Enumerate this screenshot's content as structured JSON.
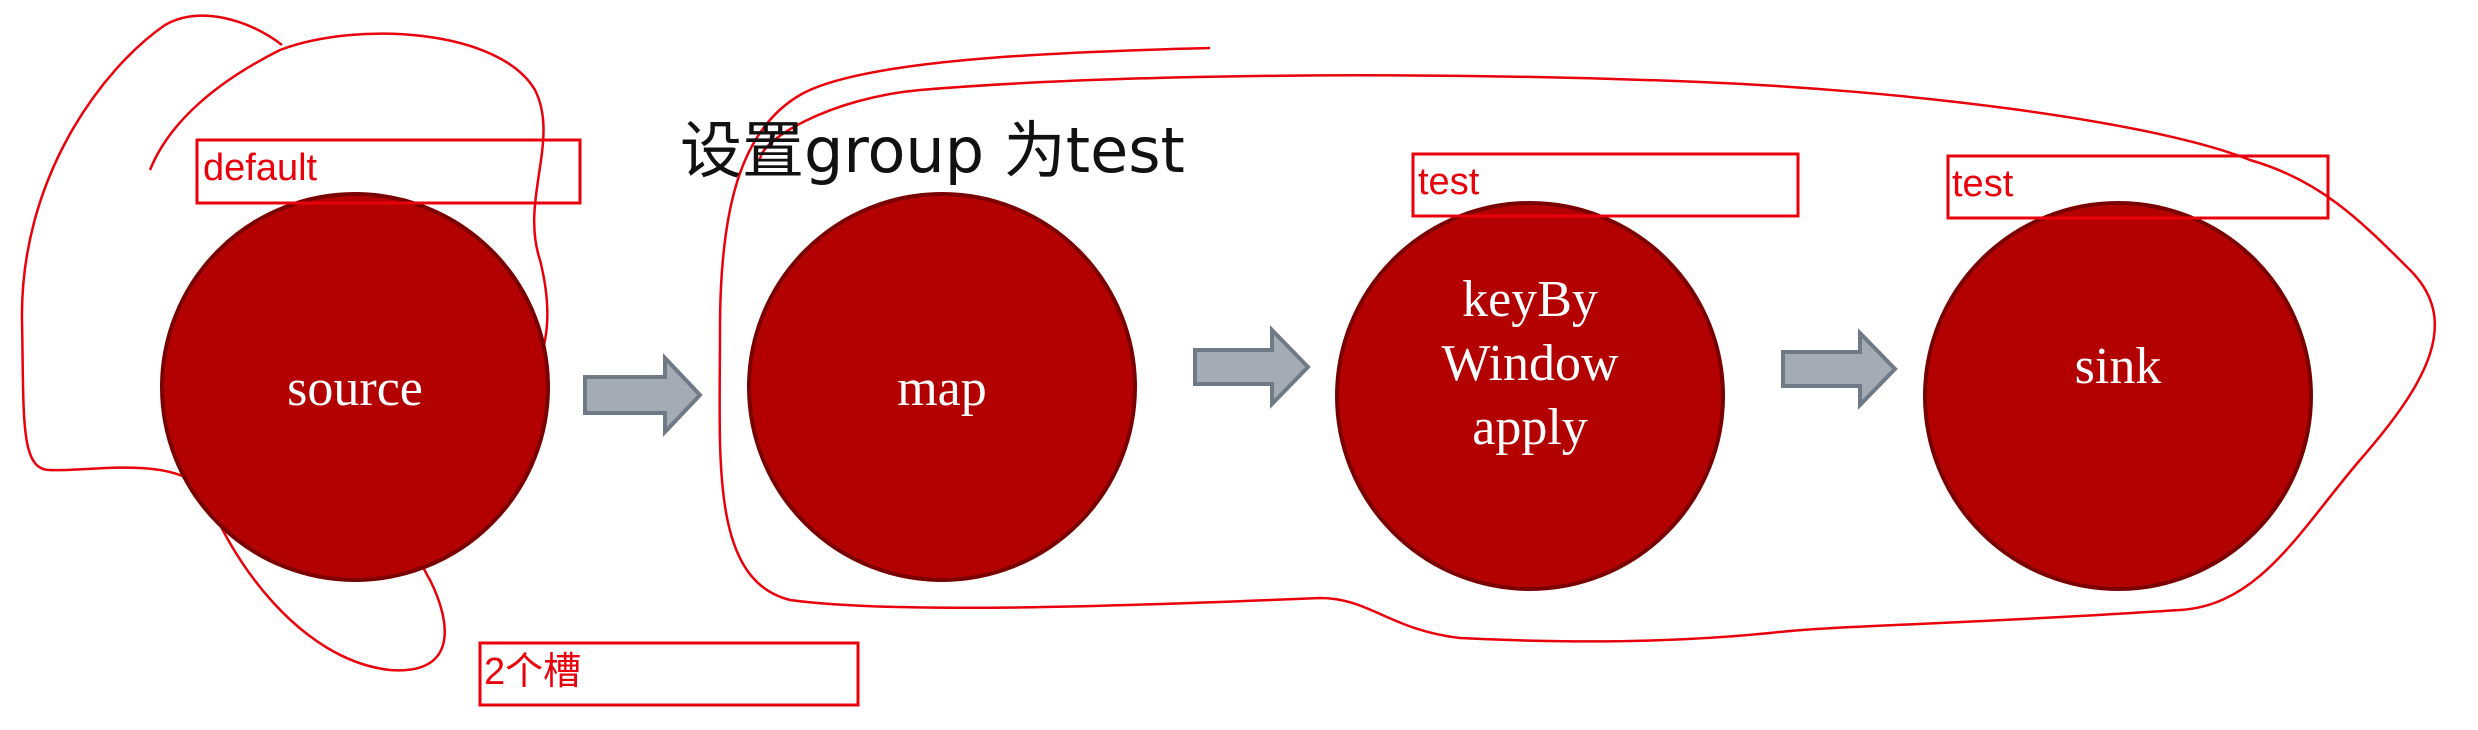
{
  "title": "设置group 为test",
  "nodes": [
    {
      "id": "source",
      "lines": [
        "source"
      ]
    },
    {
      "id": "map",
      "lines": [
        "map"
      ]
    },
    {
      "id": "keyby-window-apply",
      "lines": [
        "keyBy",
        "Window",
        "apply"
      ]
    },
    {
      "id": "sink",
      "lines": [
        "sink"
      ]
    }
  ],
  "tags": {
    "source_group": "default",
    "keyby_group": "test",
    "sink_group": "test",
    "slots_note": "2个槽"
  },
  "colors": {
    "node_fill": "#b30000",
    "node_stroke": "#7a0000",
    "annotation": "#e8000b",
    "arrow_fill": "#a3acb4",
    "arrow_stroke": "#6e7a85"
  }
}
